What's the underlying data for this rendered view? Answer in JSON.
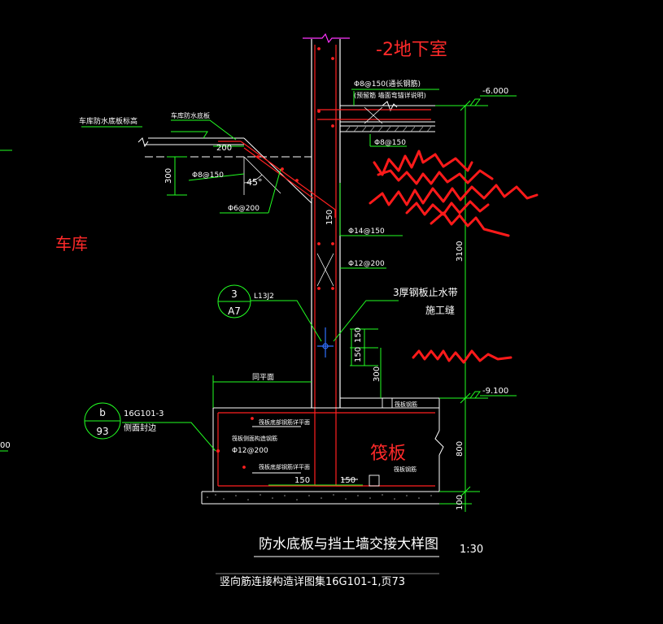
{
  "drawing": {
    "labels": {
      "basement": "-2地下室",
      "garage": "车库",
      "raft": "筏板",
      "garage_floor_elev": "车库防水底板标高",
      "garage_waterproof": "车库防水底板",
      "bar_phi8_150_top": "Φ8@150(通长钢筋)",
      "bar_note_top": "(预留筋 墙面弯锚详说明)",
      "bar_phi8_150_under": "Φ8@150",
      "bar_phi8_150_slope": "Φ8@150",
      "bar_phi6_200": "Φ6@200",
      "bar_phi14_150": "Φ14@150",
      "bar_phi12_200": "Φ12@200",
      "waterstop": "3厚钢板止水带",
      "construction_joint": "施工缝",
      "callout_3_top": "3",
      "callout_3_bottom": "A7",
      "callout_3_ref": "L13J2",
      "callout_b_top": "b",
      "callout_b_bottom": "93",
      "callout_b_ref1": "16G101-3",
      "callout_b_ref2": "侧面封边",
      "elev_top": "-6.000",
      "elev_bottom": "-9.100",
      "dim_3100": "3100",
      "dim_800": "800",
      "dim_100": "100",
      "dim_200": "200",
      "dim_300_left": "300",
      "dim_150_a": "150",
      "dim_150_b": "150",
      "dim_150_c": "150",
      "dim_300_mid": "300",
      "dim_150_raft_a": "150",
      "dim_150_raft_b": "150",
      "angle_45": "45°",
      "flat_label": "同平面",
      "raft_note1": "筏板底部钢筋详平面",
      "raft_note2": "筏板侧面构造钢筋",
      "raft_note3": "Φ12@200",
      "raft_note4": "筏板底部钢筋详平面",
      "raft_note5": "筏板钢筋",
      "raft_note6": "筏板钢筋",
      "left_edge_label": "00",
      "title": "防水底板与挡土墙交接大样图",
      "scale": "1:30",
      "subtitle": "竖向筋连接构造详图集16G101-1,页73"
    }
  },
  "colors": {
    "line_white": "#ffffff",
    "line_green": "#22ff22",
    "line_red": "#ff2020",
    "hatch": "#bbbbbb",
    "callout": "#22ff22",
    "magenta": "#ff33ff"
  }
}
